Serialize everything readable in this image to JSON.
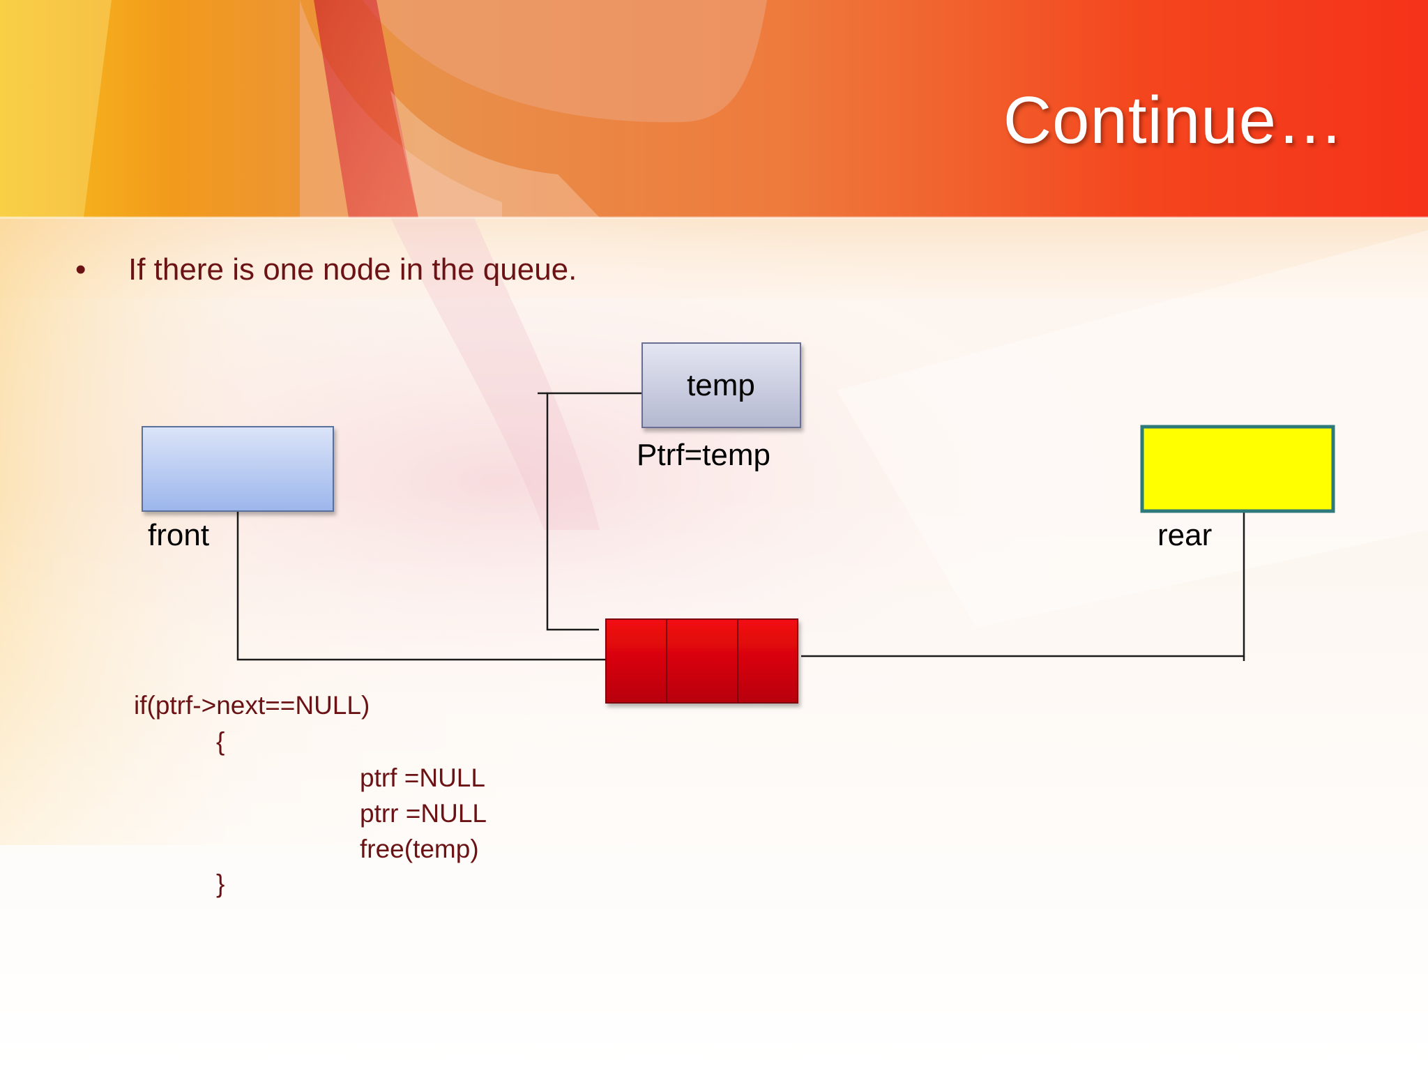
{
  "slide": {
    "title": "Continue…",
    "bullets": [
      "If there is one node in the queue."
    ]
  },
  "diagram": {
    "labels": {
      "front": "front",
      "temp": "temp",
      "ptrf_assignment": "Ptrf=temp",
      "rear": "rear"
    },
    "colors": {
      "front_box_top": "#dbe4f8",
      "front_box_bottom": "#9cb6ec",
      "temp_box_top": "#e4e6f2",
      "temp_box_bottom": "#b4b8d0",
      "rear_box_fill": "#ffff00",
      "rear_box_border": "#2e7a7a",
      "node_top": "#f20a12",
      "node_bottom": "#b8000a",
      "connector": "#1a1a1a"
    },
    "node_cells": 3
  },
  "code": {
    "lines": [
      "if(ptrf->next==NULL)",
      "{",
      "ptrf =NULL",
      "ptrr =NULL",
      "free(temp)",
      "}"
    ]
  }
}
